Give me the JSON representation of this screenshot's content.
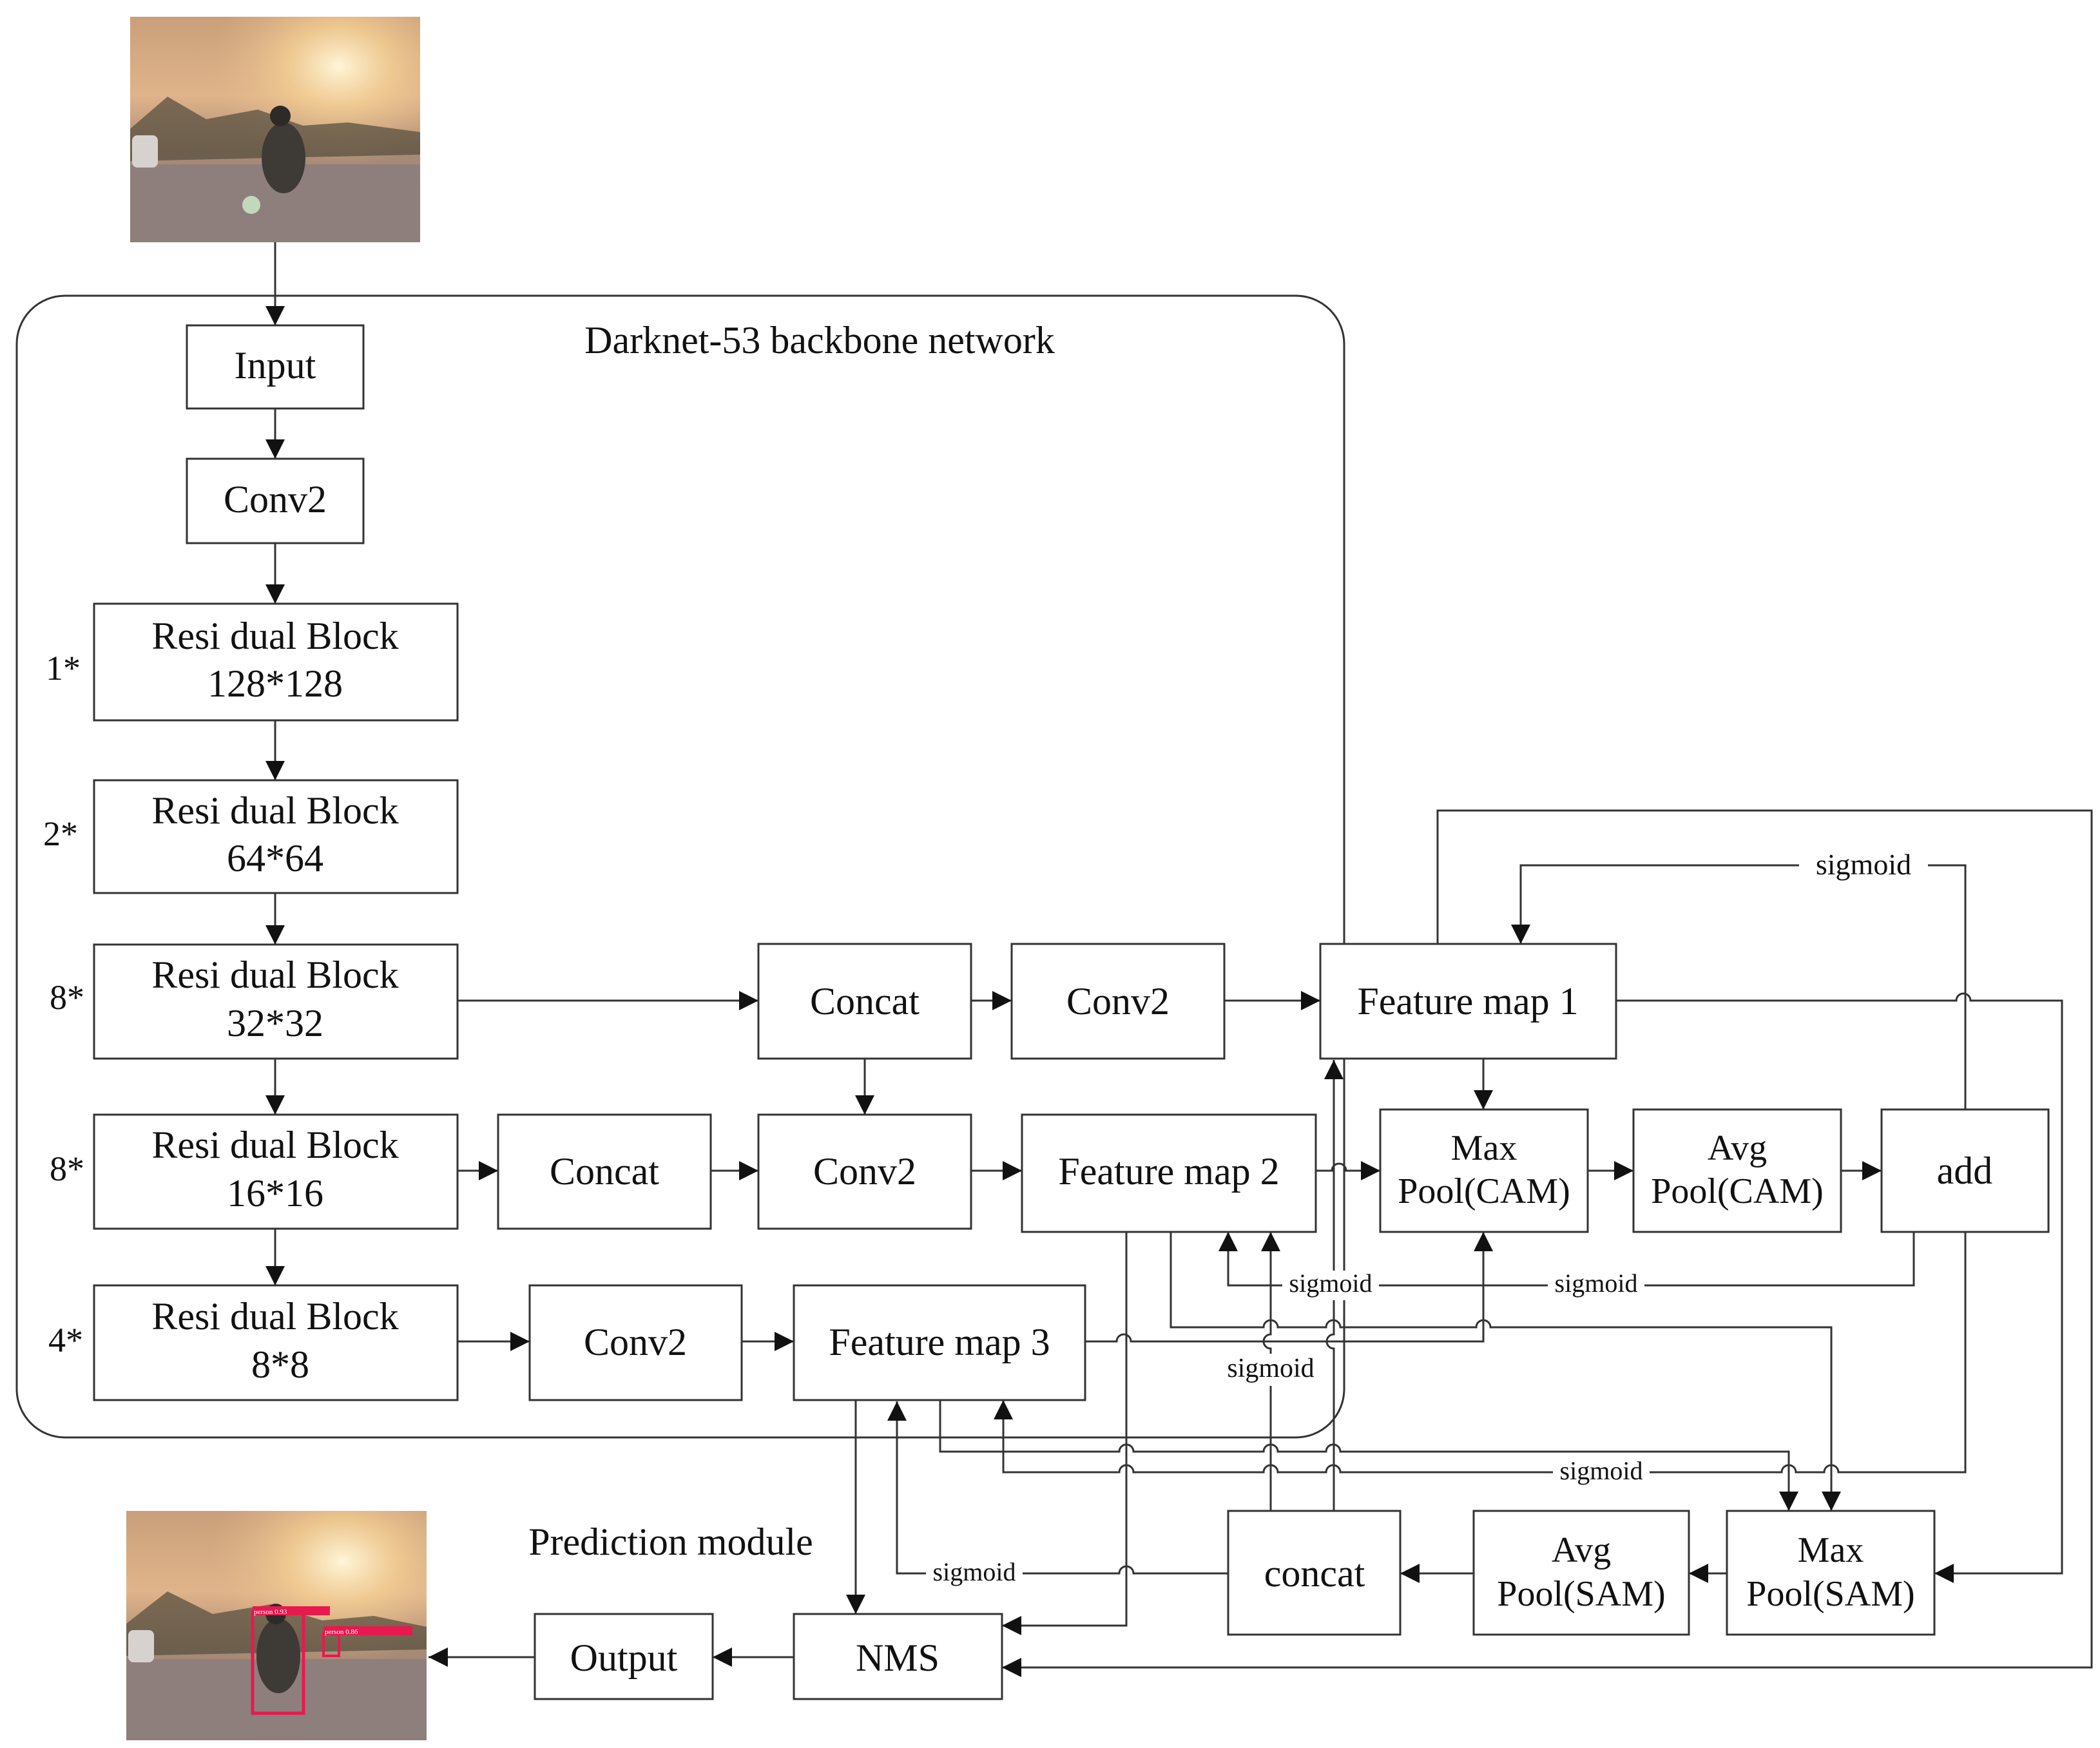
{
  "backbone": {
    "title": "Darknet-53 backbone network",
    "input": "Input",
    "conv_top": "Conv2",
    "blocks": [
      {
        "mult": "1*",
        "name": "Resi dual Block",
        "size": "128*128"
      },
      {
        "mult": "2*",
        "name": "Resi dual Block",
        "size": "64*64"
      },
      {
        "mult": "8*",
        "name": "Resi dual Block",
        "size": "32*32"
      },
      {
        "mult": "8*",
        "name": "Resi dual Block",
        "size": "16*16"
      },
      {
        "mult": "4*",
        "name": "Resi dual Block",
        "size": "8*8"
      }
    ]
  },
  "neck": {
    "concat_row1": "Concat",
    "conv_row1": "Conv2",
    "feature_map_1": "Feature map 1",
    "concat_row2": "Concat",
    "conv_row2": "Conv2",
    "feature_map_2": "Feature map 2",
    "conv_row3": "Conv2",
    "feature_map_3": "Feature map 3"
  },
  "attention": {
    "max_pool_cam": [
      "Max",
      "Pool(CAM)"
    ],
    "avg_pool_cam": [
      "Avg",
      "Pool(CAM)"
    ],
    "add": "add",
    "max_pool_sam": [
      "Max",
      "Pool(SAM)"
    ],
    "avg_pool_sam": [
      "Avg",
      "Pool(SAM)"
    ],
    "concat": "concat"
  },
  "edge_labels": {
    "sigmoid_top": "sigmoid",
    "sigmoid_fm2": "sigmoid",
    "sigmoid_cam": "sigmoid",
    "sigmoid_concat": "sigmoid",
    "sigmoid_fm3": "sigmoid",
    "sigmoid_nms": "sigmoid"
  },
  "prediction": {
    "title": "Prediction module",
    "nms": "NMS",
    "output": "Output",
    "detections": [
      "person 0.93",
      "person 0.86"
    ]
  },
  "colors": {
    "line": "#333333",
    "detection_box": "#e8194f"
  }
}
